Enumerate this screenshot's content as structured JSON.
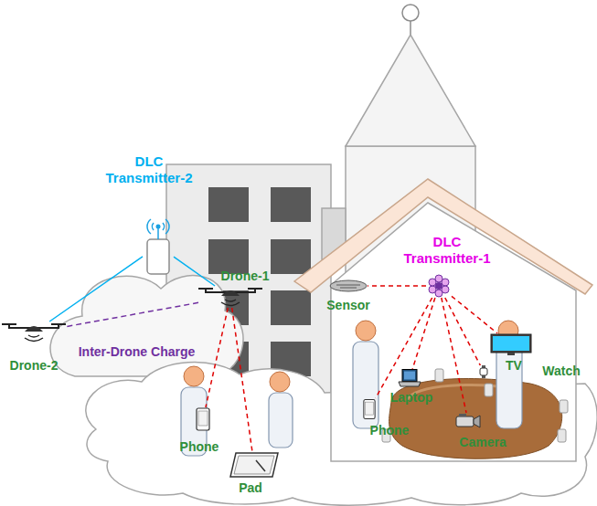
{
  "diagram": {
    "nodes": [
      {
        "text": [
          "DLC Transmitter-2"
        ]
      },
      {
        "text": [
          "Drone-1"
        ]
      },
      {
        "text": [
          "Drone-2"
        ]
      },
      {
        "text": [
          "Phone"
        ]
      },
      {
        "text": [
          "Pad"
        ]
      },
      {
        "text": [
          "DLC Transmitter-1"
        ]
      },
      {
        "text": [
          "Sensor"
        ]
      },
      {
        "text": [
          "TV"
        ]
      },
      {
        "text": [
          "Watch"
        ]
      },
      {
        "text": [
          "Laptop"
        ]
      },
      {
        "text": [
          "Phone"
        ]
      },
      {
        "text": [
          "Camera"
        ]
      }
    ],
    "edges": [
      {
        "from": 0,
        "to": 1,
        "arrow": "none"
      },
      {
        "from": 0,
        "to": 2,
        "arrow": "none"
      },
      {
        "from": 1,
        "to": 2,
        "label": "Inter-Drone Charge",
        "arrow": "none"
      },
      {
        "from": 1,
        "to": 3,
        "arrow": "none"
      },
      {
        "from": 1,
        "to": 4,
        "arrow": "none"
      },
      {
        "from": 5,
        "to": 6,
        "arrow": "none"
      },
      {
        "from": 5,
        "to": 10,
        "arrow": "none"
      },
      {
        "from": 5,
        "to": 9,
        "arrow": "none"
      },
      {
        "from": 5,
        "to": 7,
        "arrow": "none"
      },
      {
        "from": 5,
        "to": 11,
        "arrow": "none"
      },
      {
        "from": 5,
        "to": 8,
        "arrow": "none"
      }
    ]
  }
}
